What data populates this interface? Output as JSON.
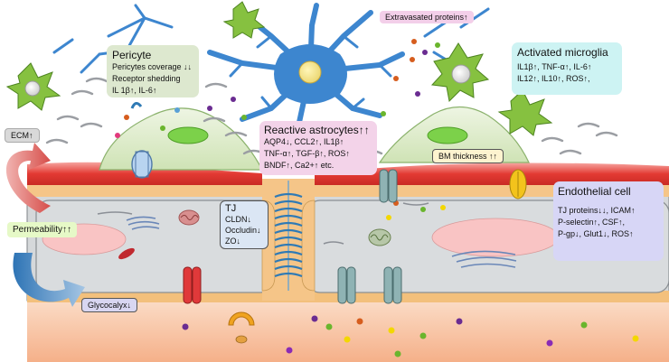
{
  "labels": {
    "pericyte": {
      "title": "Pericyte",
      "lines": [
        "Pericytes coverage ↓↓",
        "Receptor shedding",
        "IL 1β↑,  IL-6↑"
      ]
    },
    "extravasated": "Extravasated proteins↑",
    "microglia": {
      "title": "Activated microglia",
      "lines": [
        "IL1β↑,  TNF-α↑,  IL-6↑",
        "IL12↑,  IL10↑,  ROS↑,"
      ]
    },
    "ecm": "ECM↑",
    "astrocytes": {
      "title": "Reactive astrocytes↑↑",
      "lines": [
        "AQP4↓,  CCL2↑,  IL1β↑",
        "TNF-α↑,  TGF-β↑,  ROS↑",
        "BNDF↑,  Ca2+↑ etc."
      ]
    },
    "bm": "BM thickness ↑↑",
    "tj": {
      "title": "TJ",
      "lines": [
        "CLDN↓",
        "Occludin↓",
        "ZO↓"
      ]
    },
    "endothelial": {
      "title": "Endothelial cell",
      "lines": [
        "TJ proteins↓↓,   ICAM↑",
        "P-selectin↑,   CSF↑,",
        "P-gp↓,  Glut1↓,  ROS↑"
      ]
    },
    "permeability": "Permeability↑↑",
    "glycocalyx": "Glycocalyx↓"
  },
  "colors": {
    "pericyte_box": "#dde8cf",
    "extravasated_box": "#f3cfe9",
    "microglia_box": "#cdf3f3",
    "astro_box": "#f3d3e9",
    "bm_box": "#fdf3cf",
    "tj_box": "#dbe6f4",
    "endo_box": "#d7d6f6",
    "perm_box": "#e6f9c7",
    "glyco_box": "#d8d6f1",
    "ecm_box": "#d9d9d9",
    "astro_cell": "#3d86cf",
    "microglia_cell": "#86c140",
    "pericyte_cell": "#dcebc8",
    "basement_red": "#e3473f",
    "endo_layer": "#d4d7d9",
    "lumen": "#f7b997"
  }
}
